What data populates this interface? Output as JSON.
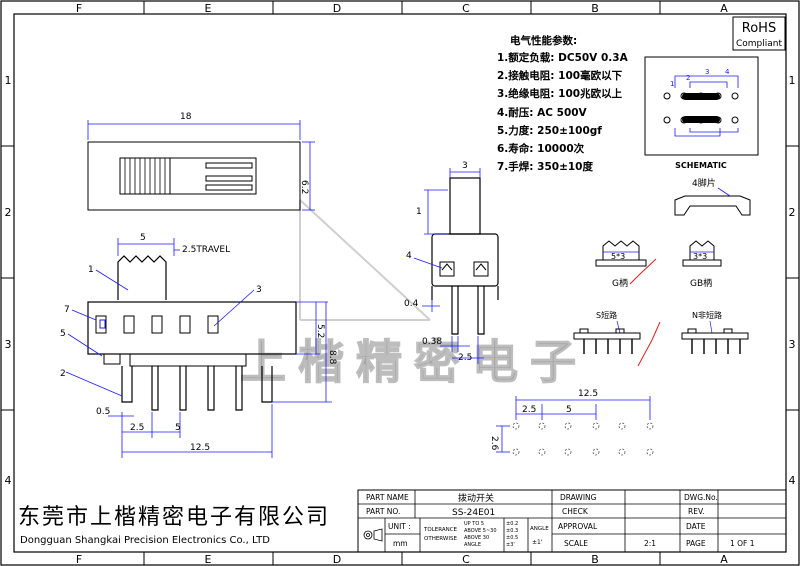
{
  "frame": {
    "top_columns": [
      "F",
      "E",
      "D",
      "C",
      "B",
      "A"
    ],
    "bottom_columns": [
      "F",
      "E",
      "D",
      "C",
      "B",
      "A"
    ],
    "rows": [
      "1",
      "2",
      "3",
      "4"
    ]
  },
  "rohs": {
    "line1": "RoHS",
    "line2": "Compliant"
  },
  "specs": {
    "heading": "电气性能参数:",
    "items": [
      "1.额定负载: DC50V 0.3A",
      "2.接触电阻: 100毫欧以下",
      "3.绝缘电阻: 100兆欧以上",
      "4.耐压: AC 500V",
      "5.力度: 250±100gf",
      "6.寿命: 10000次",
      "7.手焊: 350±10度"
    ]
  },
  "schematic": {
    "label": "SCHEMATIC",
    "pin_numbers": [
      "1",
      "2",
      "3",
      "4"
    ]
  },
  "details": {
    "foot4": "4脚片",
    "g_size": "5*3",
    "g_label": "G柄",
    "gb_size": "3*3",
    "gb_label": "GB柄",
    "s_label": "S短路",
    "n_label": "N非短路"
  },
  "front_view": {
    "dim_length": "18",
    "dim_height": "6.2",
    "dim_actuator": "5",
    "travel": "2.5TRAVEL",
    "callouts": [
      "1",
      "2",
      "3",
      "5",
      "7"
    ],
    "dim_body_height": "5.2",
    "dim_total_height": "8.8",
    "dim_pin_width": "0.5",
    "dim_pitch": "2.5",
    "dim_span": "5",
    "dim_overall": "12.5"
  },
  "side_view": {
    "dim_handle_width": "3",
    "dim_handle_height": "1",
    "callout": "4",
    "dim_pin_thick": "0.4",
    "dim_pin_offset": "0.38",
    "dim_pitch": "2.5"
  },
  "footprint": {
    "dim_overall": "12.5",
    "dim_pitch": "2.5",
    "dim_span": "5",
    "dim_row": "2.6"
  },
  "watermark": "上楷精密电子",
  "company": {
    "name_cn": "东莞市上楷精密电子有限公司",
    "name_en": "Dongguan Shangkai Precision Electronics Co., LTD"
  },
  "title_block": {
    "part_name_label": "PART NAME",
    "part_name_value": "拨动开关",
    "part_no_label": "PART NO.",
    "part_no_value": "SS-24E01",
    "unit_label": "UNIT :",
    "unit_value": "mm",
    "tolerance_label": "TOLERANCE",
    "otherwise_label": "OTHERWISE",
    "tol_rows": [
      "UP TO 5",
      "ABOVE 5~30",
      "ABOVE 30",
      "ANGLE"
    ],
    "tol_values": [
      "±0.2",
      "±0.3",
      "±0.5",
      "±3'"
    ],
    "angle_label": "ANGLE",
    "angle_value": "±1'",
    "drawing_label": "DRAWING",
    "check_label": "CHECK",
    "approval_label": "APPROVAL",
    "scale_label": "SCALE",
    "scale_value": "2:1",
    "dwg_no_label": "DWG.No.",
    "rev_label": "REV.",
    "date_label": "DATE",
    "page_label": "PAGE",
    "page_value": "1 OF 1"
  }
}
